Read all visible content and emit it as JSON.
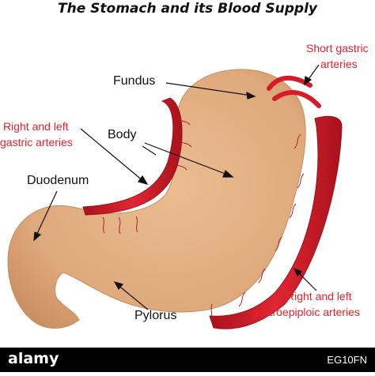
{
  "title": "The Stomach and its Blood Supply",
  "labels": {
    "fundus": "Fundus",
    "body": "Body",
    "duodenum": "Duodenum",
    "pylorus": "Pylorus",
    "right_left_gastric_1": "Right and left",
    "right_left_gastric_2": "gastric arteries",
    "short_gastric_1": "Short gastric",
    "short_gastric_2": "arteries",
    "gastroepiploic_1": "Right and left",
    "gastroepiploic_2": "gastroepiploic arteries"
  },
  "footer": {
    "logo": "alamy",
    "image_code": "EG10FN"
  },
  "colors": {
    "stomach": "#e3b183",
    "artery": "#d51d2a",
    "label_red": "#e8202a"
  }
}
